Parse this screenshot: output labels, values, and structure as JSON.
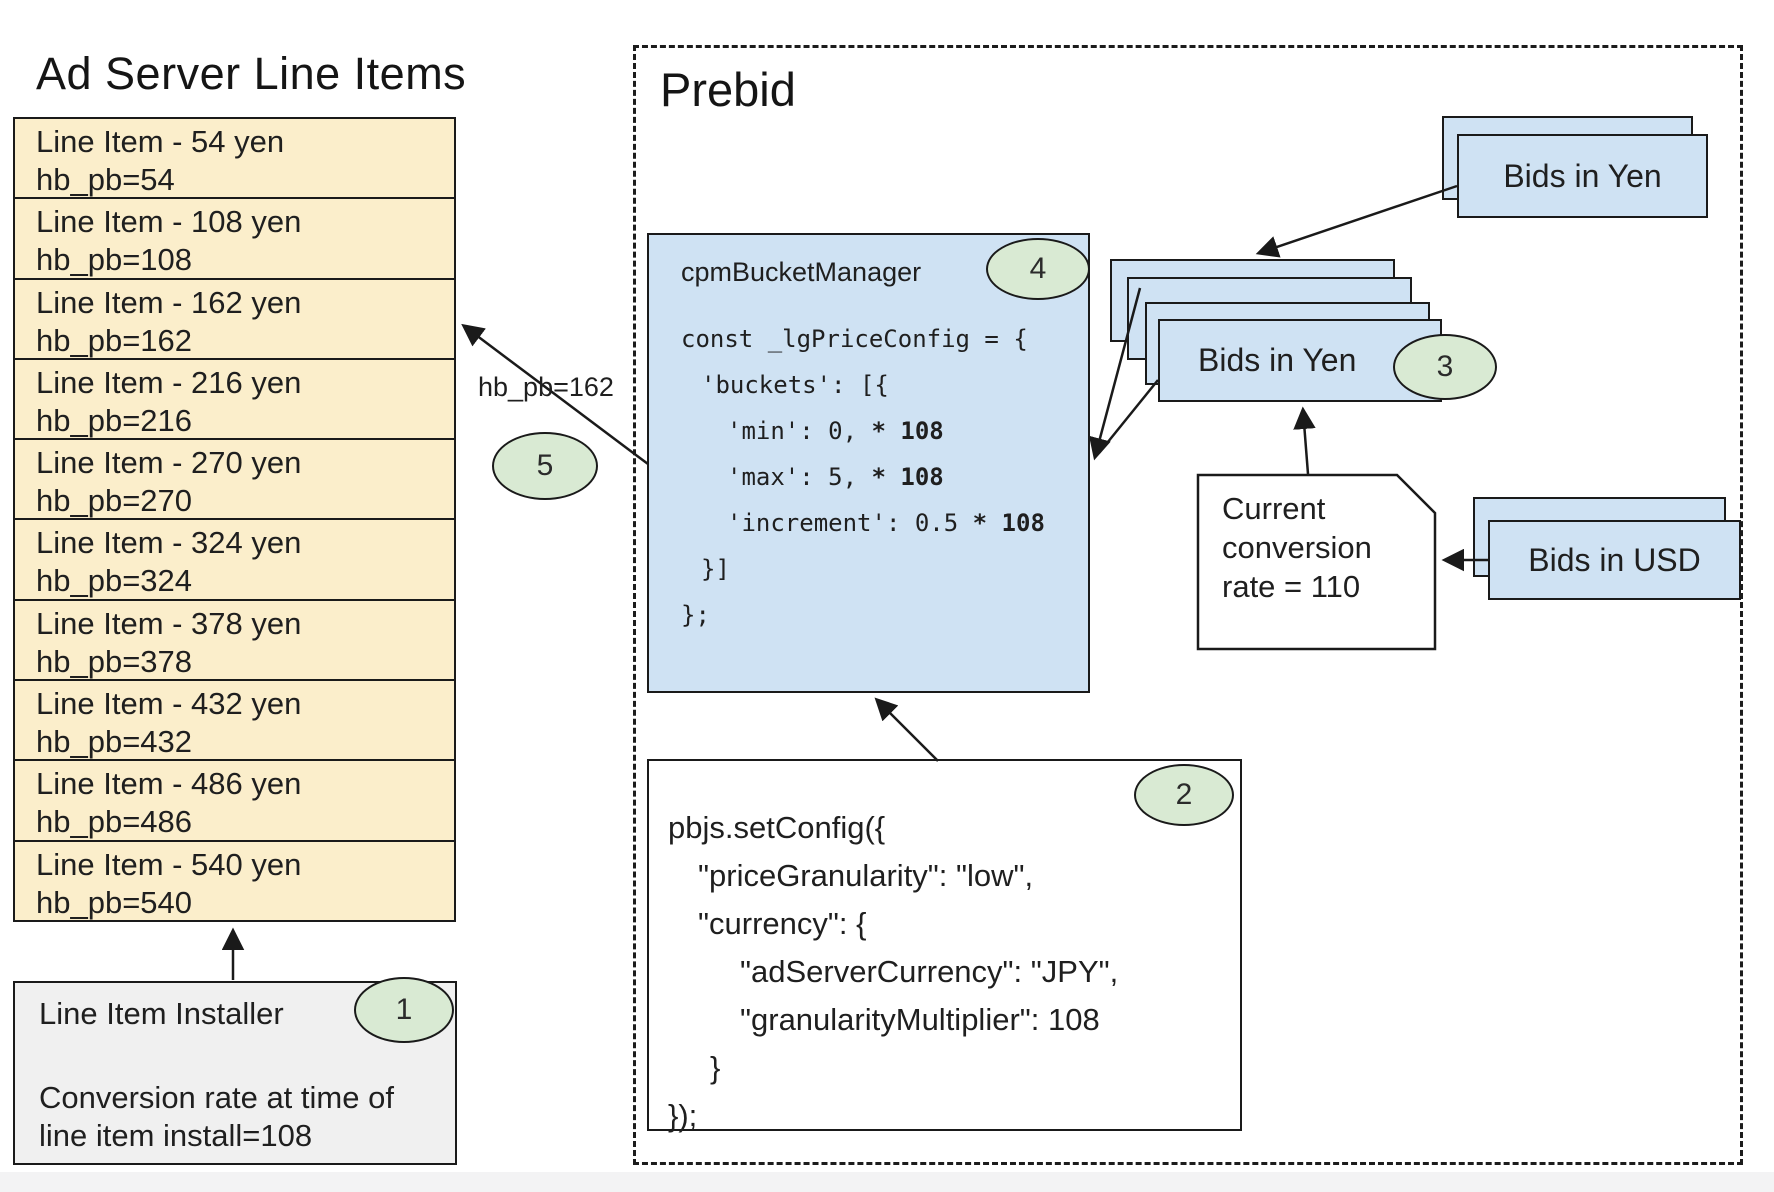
{
  "colors": {
    "card_blue": "#cfe2f3",
    "row_yellow": "#fbeecb",
    "badge_green": "#d9ead3",
    "installer_gray": "#f0f0f0",
    "ink": "#1a1a1a"
  },
  "ad_server": {
    "title": "Ad Server Line Items",
    "line_items": [
      {
        "label": "Line Item - 54 yen",
        "hb_pb": "hb_pb=54"
      },
      {
        "label": "Line Item - 108 yen",
        "hb_pb": "hb_pb=108"
      },
      {
        "label": "Line Item - 162 yen",
        "hb_pb": "hb_pb=162"
      },
      {
        "label": "Line Item - 216 yen",
        "hb_pb": "hb_pb=216"
      },
      {
        "label": "Line Item - 270 yen",
        "hb_pb": "hb_pb=270"
      },
      {
        "label": "Line Item - 324 yen",
        "hb_pb": "hb_pb=324"
      },
      {
        "label": "Line Item - 378 yen",
        "hb_pb": "hb_pb=378"
      },
      {
        "label": "Line Item - 432 yen",
        "hb_pb": "hb_pb=432"
      },
      {
        "label": "Line Item - 486 yen",
        "hb_pb": "hb_pb=486"
      },
      {
        "label": "Line Item - 540 yen",
        "hb_pb": "hb_pb=540"
      }
    ],
    "installer": {
      "title": "Line Item Installer",
      "badge": "1",
      "note": "Conversion rate at time of line item install=108"
    }
  },
  "prebid": {
    "title": "Prebid",
    "bucket_manager": {
      "title": "cpmBucketManager",
      "badge": "4",
      "code_lines": [
        {
          "indent": 0,
          "parts": [
            {
              "t": "const _lgPriceConfig = {",
              "b": false
            }
          ]
        },
        {
          "indent": 20,
          "parts": [
            {
              "t": "'buckets': [{",
              "b": false
            }
          ]
        },
        {
          "indent": 46,
          "parts": [
            {
              "t": "'min': 0, ",
              "b": false
            },
            {
              "t": "* 108",
              "b": true
            }
          ]
        },
        {
          "indent": 46,
          "parts": [
            {
              "t": "'max': 5, ",
              "b": false
            },
            {
              "t": "* 108",
              "b": true
            }
          ]
        },
        {
          "indent": 46,
          "parts": [
            {
              "t": "'increment': 0.5 ",
              "b": false
            },
            {
              "t": "* 108",
              "b": true
            }
          ]
        },
        {
          "indent": 20,
          "parts": [
            {
              "t": "}]",
              "b": false
            }
          ]
        },
        {
          "indent": 0,
          "parts": [
            {
              "t": "};",
              "b": false
            }
          ]
        }
      ]
    },
    "set_config": {
      "badge": "2",
      "code_lines": [
        {
          "indent": 0,
          "parts": [
            {
              "t": "pbjs.setConfig({",
              "b": false
            }
          ]
        },
        {
          "indent": 30,
          "parts": [
            {
              "t": "\"priceGranularity\": \"low\",",
              "b": false
            }
          ]
        },
        {
          "indent": 30,
          "parts": [
            {
              "t": "\"currency\": {",
              "b": false
            }
          ]
        },
        {
          "indent": 72,
          "parts": [
            {
              "t": "\"adServerCurrency\": \"JPY\",",
              "b": false
            }
          ]
        },
        {
          "indent": 72,
          "parts": [
            {
              "t": "\"granularityMultiplier\": 108",
              "b": false
            }
          ]
        },
        {
          "indent": 42,
          "parts": [
            {
              "t": "}",
              "b": false
            }
          ]
        },
        {
          "indent": 0,
          "parts": [
            {
              "t": "});",
              "b": false
            }
          ]
        }
      ]
    },
    "bids_in_yen_incoming": {
      "label": "Bids in Yen"
    },
    "bids_in_yen_converted": {
      "label": "Bids in Yen",
      "badge": "3"
    },
    "bids_in_usd": {
      "label": "Bids in USD"
    },
    "conversion_note": {
      "lines": [
        "Current",
        "conversion",
        "rate = 110"
      ]
    }
  },
  "annotations": {
    "hb_pb_label": "hb_pb=162",
    "badge_5": "5"
  }
}
